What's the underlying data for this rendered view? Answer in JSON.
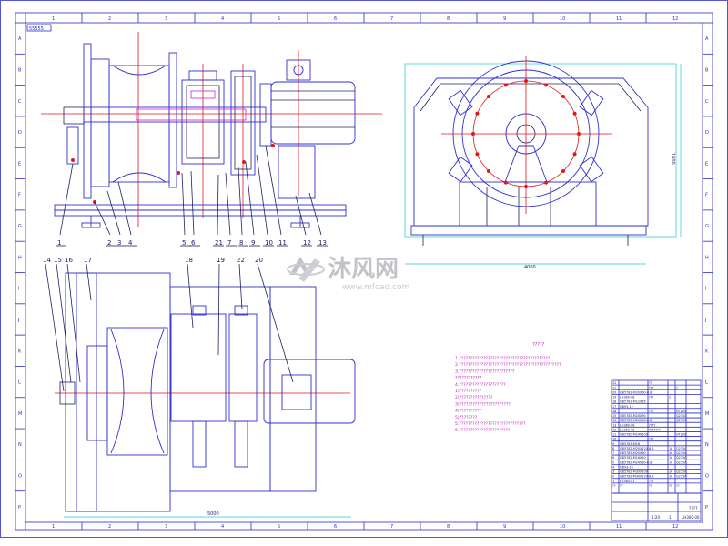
{
  "drawing": {
    "stamp": "55555",
    "top_ruler": [
      "1",
      "2",
      "3",
      "4",
      "5",
      "6",
      "7",
      "8",
      "9",
      "10",
      "11",
      "12"
    ],
    "bottom_ruler": [
      "1",
      "2",
      "3",
      "4",
      "5",
      "6",
      "7",
      "8",
      "9",
      "10",
      "11",
      "12"
    ],
    "left_ruler": [
      "A",
      "B",
      "C",
      "D",
      "E",
      "F",
      "G",
      "H",
      "I",
      "J",
      "K",
      "L",
      "M",
      "N",
      "O",
      "P"
    ],
    "right_ruler": [
      "A",
      "B",
      "C",
      "D",
      "E",
      "F",
      "G",
      "H",
      "I",
      "J",
      "K",
      "L",
      "M",
      "N",
      "O",
      "P"
    ]
  },
  "front_view": {
    "balloons": [
      "1",
      "2",
      "3",
      "4",
      "5",
      "6",
      "21",
      "7",
      "8",
      "9",
      "10",
      "11",
      "12",
      "13"
    ]
  },
  "side_view": {
    "dim_bottom": "4000",
    "dim_right": "1800"
  },
  "plan_view": {
    "balloons": [
      "14",
      "15",
      "16",
      "17",
      "18",
      "19",
      "22",
      "20"
    ],
    "dim_bottom": "5000"
  },
  "notes": {
    "title": "?????",
    "lines": [
      "1.?????????????????????????????????????????",
      "2.??????????????????????????????????????????????",
      "3.?????????????????????????",
      "????????????",
      "4.?????????????????????",
      "  1)??????????",
      "  2)???????????????",
      "  3)???????????????????????",
      "  4)??????????",
      "  5)????????",
      "5.??????????????????????????????",
      "6.???????????????????????"
    ]
  },
  "parts_table": {
    "rows": [
      {
        "no": "22",
        "code": "",
        "name": "??",
        "qty": "",
        "note": ""
      },
      {
        "no": "21",
        "code": "",
        "name": "???",
        "qty": "",
        "note": "?"
      },
      {
        "no": "20",
        "code": "GB5783-M20X60-8.8",
        "name": "",
        "qty": "",
        "note": ""
      },
      {
        "no": "19",
        "code": "LH360-08",
        "name": "???",
        "qty": "1",
        "note": ""
      },
      {
        "no": "18",
        "code": "GB5783-M12X35",
        "name": "",
        "qty": "",
        "note": ""
      },
      {
        "no": "17",
        "code": "GB93-12",
        "name": "",
        "qty": "",
        "note": ""
      },
      {
        "no": "16",
        "code": "",
        "name": "???",
        "qty": "",
        "note": "HT200"
      },
      {
        "no": "15",
        "code": "GB5783-M20X90",
        "name": "",
        "qty": "",
        "note": "Q235A"
      },
      {
        "no": "14",
        "code": "GB5783-M20X80-8.8",
        "name": "",
        "qty": "",
        "note": "Q235A"
      },
      {
        "no": "13",
        "code": "LH360-06",
        "name": "????",
        "qty": "",
        "note": ""
      },
      {
        "no": "12",
        "code": "LH360-05",
        "name": "???????",
        "qty": "",
        "note": ""
      },
      {
        "no": "11",
        "code": "GB5780-M24X100",
        "name": "",
        "qty": "",
        "note": "HT200"
      },
      {
        "no": "10",
        "code": "",
        "name": "???",
        "qty": "",
        "note": ""
      },
      {
        "no": "9",
        "code": "GB5783-M16",
        "name": "",
        "qty": "",
        "note": ""
      },
      {
        "no": "8",
        "code": "GB5782-M20X120-8.8",
        "name": "",
        "qty": "16",
        "note": "Q235A"
      },
      {
        "no": "7",
        "code": "GB5783-M20X60",
        "name": "",
        "qty": "16",
        "note": "Q235A"
      },
      {
        "no": "6",
        "code": "GB5782-M16X50",
        "name": "",
        "qty": "16",
        "note": "Q235A"
      },
      {
        "no": "5",
        "code": "GB5782-M24X80-8.8",
        "name": "",
        "qty": "16",
        "note": "Q235A"
      },
      {
        "no": "4",
        "code": "GB93-24",
        "name": "",
        "qty": "",
        "note": ""
      },
      {
        "no": "3",
        "code": "GB5782-M30X100",
        "name": "",
        "qty": "16",
        "note": "Q235A"
      },
      {
        "no": "2",
        "code": "GB5782-M30X120-8.8",
        "name": "",
        "qty": "16",
        "note": "Q235A"
      },
      {
        "no": "1",
        "code": "LH360-01",
        "name": "???",
        "qty": "",
        "note": ""
      }
    ],
    "header": [
      "??",
      "??",
      "??",
      "??",
      "??"
    ]
  },
  "title_block": {
    "name": "????",
    "code": "LH360-00",
    "scale": "1:20",
    "sheet": "1"
  },
  "watermark": {
    "brand": "沐风网",
    "url": "www.mfcad.com"
  }
}
